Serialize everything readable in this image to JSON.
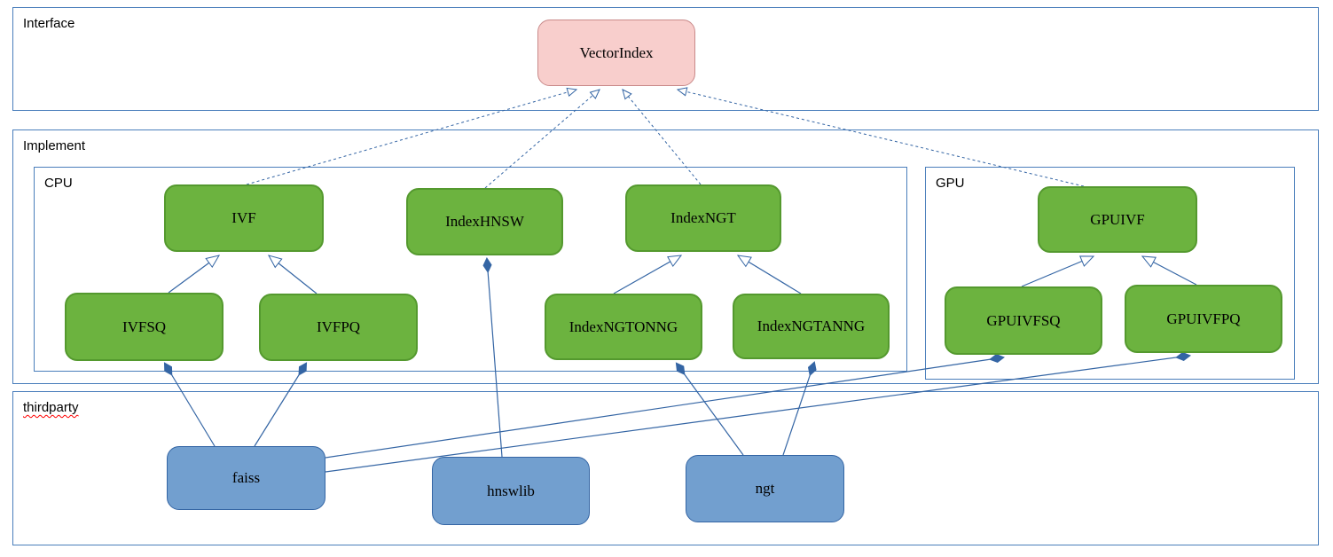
{
  "diagram": {
    "containers": {
      "interface": {
        "label": "Interface"
      },
      "implement": {
        "label": "Implement"
      },
      "cpu": {
        "label": "CPU"
      },
      "gpu": {
        "label": "GPU"
      },
      "thirdparty": {
        "label": "thirdparty"
      }
    },
    "nodes": {
      "vectorindex": {
        "label": "VectorIndex",
        "group": "interface",
        "fill": "#f8cecc"
      },
      "ivf": {
        "label": "IVF",
        "group": "cpu",
        "fill": "#6cb33f"
      },
      "indexhnsw": {
        "label": "IndexHNSW",
        "group": "cpu",
        "fill": "#6cb33f"
      },
      "indexngt": {
        "label": "IndexNGT",
        "group": "cpu",
        "fill": "#6cb33f"
      },
      "ivfsq": {
        "label": "IVFSQ",
        "group": "cpu",
        "fill": "#6cb33f"
      },
      "ivfpq": {
        "label": "IVFPQ",
        "group": "cpu",
        "fill": "#6cb33f"
      },
      "indexngtonng": {
        "label": "IndexNGTONNG",
        "group": "cpu",
        "fill": "#6cb33f"
      },
      "indexngtanng": {
        "label": "IndexNGTANNG",
        "group": "cpu",
        "fill": "#6cb33f"
      },
      "gpuivf": {
        "label": "GPUIVF",
        "group": "gpu",
        "fill": "#6cb33f"
      },
      "gpuivfsq": {
        "label": "GPUIVFSQ",
        "group": "gpu",
        "fill": "#6cb33f"
      },
      "gpuivfpq": {
        "label": "GPUIVFPQ",
        "group": "gpu",
        "fill": "#6cb33f"
      },
      "faiss": {
        "label": "faiss",
        "group": "thirdparty",
        "fill": "#729fcf"
      },
      "hnswlib": {
        "label": "hnswlib",
        "group": "thirdparty",
        "fill": "#729fcf"
      },
      "ngt": {
        "label": "ngt",
        "group": "thirdparty",
        "fill": "#729fcf"
      }
    },
    "edges": [
      {
        "from": "IVF",
        "to": "VectorIndex",
        "type": "realization",
        "style": "dashed",
        "arrow": "open-triangle"
      },
      {
        "from": "IndexHNSW",
        "to": "VectorIndex",
        "type": "realization",
        "style": "dashed",
        "arrow": "open-triangle"
      },
      {
        "from": "IndexNGT",
        "to": "VectorIndex",
        "type": "realization",
        "style": "dashed",
        "arrow": "open-triangle"
      },
      {
        "from": "GPUIVF",
        "to": "VectorIndex",
        "type": "realization",
        "style": "dashed",
        "arrow": "open-triangle"
      },
      {
        "from": "IVFSQ",
        "to": "IVF",
        "type": "inheritance",
        "style": "solid",
        "arrow": "open-triangle"
      },
      {
        "from": "IVFPQ",
        "to": "IVF",
        "type": "inheritance",
        "style": "solid",
        "arrow": "open-triangle"
      },
      {
        "from": "IndexNGTONNG",
        "to": "IndexNGT",
        "type": "inheritance",
        "style": "solid",
        "arrow": "open-triangle"
      },
      {
        "from": "IndexNGTANNG",
        "to": "IndexNGT",
        "type": "inheritance",
        "style": "solid",
        "arrow": "open-triangle"
      },
      {
        "from": "GPUIVFSQ",
        "to": "GPUIVF",
        "type": "inheritance",
        "style": "solid",
        "arrow": "open-triangle"
      },
      {
        "from": "GPUIVFPQ",
        "to": "GPUIVF",
        "type": "inheritance",
        "style": "solid",
        "arrow": "open-triangle"
      },
      {
        "from": "faiss",
        "to": "IVFSQ",
        "type": "composition",
        "style": "solid",
        "arrow": "filled-diamond"
      },
      {
        "from": "faiss",
        "to": "IVFPQ",
        "type": "composition",
        "style": "solid",
        "arrow": "filled-diamond"
      },
      {
        "from": "faiss",
        "to": "GPUIVFSQ",
        "type": "composition",
        "style": "solid",
        "arrow": "filled-diamond"
      },
      {
        "from": "faiss",
        "to": "GPUIVFPQ",
        "type": "composition",
        "style": "solid",
        "arrow": "filled-diamond"
      },
      {
        "from": "hnswlib",
        "to": "IndexHNSW",
        "type": "composition",
        "style": "solid",
        "arrow": "filled-diamond"
      },
      {
        "from": "ngt",
        "to": "IndexNGTONNG",
        "type": "composition",
        "style": "solid",
        "arrow": "filled-diamond"
      },
      {
        "from": "ngt",
        "to": "IndexNGTANNG",
        "type": "composition",
        "style": "solid",
        "arrow": "filled-diamond"
      }
    ],
    "colors": {
      "line": "#3465a4",
      "container_border": "#4a7ebb",
      "interface_node_fill": "#f8cecc",
      "implement_node_fill": "#6cb33f",
      "thirdparty_node_fill": "#729fcf",
      "background": "#ffffff",
      "text": "#000000"
    }
  }
}
